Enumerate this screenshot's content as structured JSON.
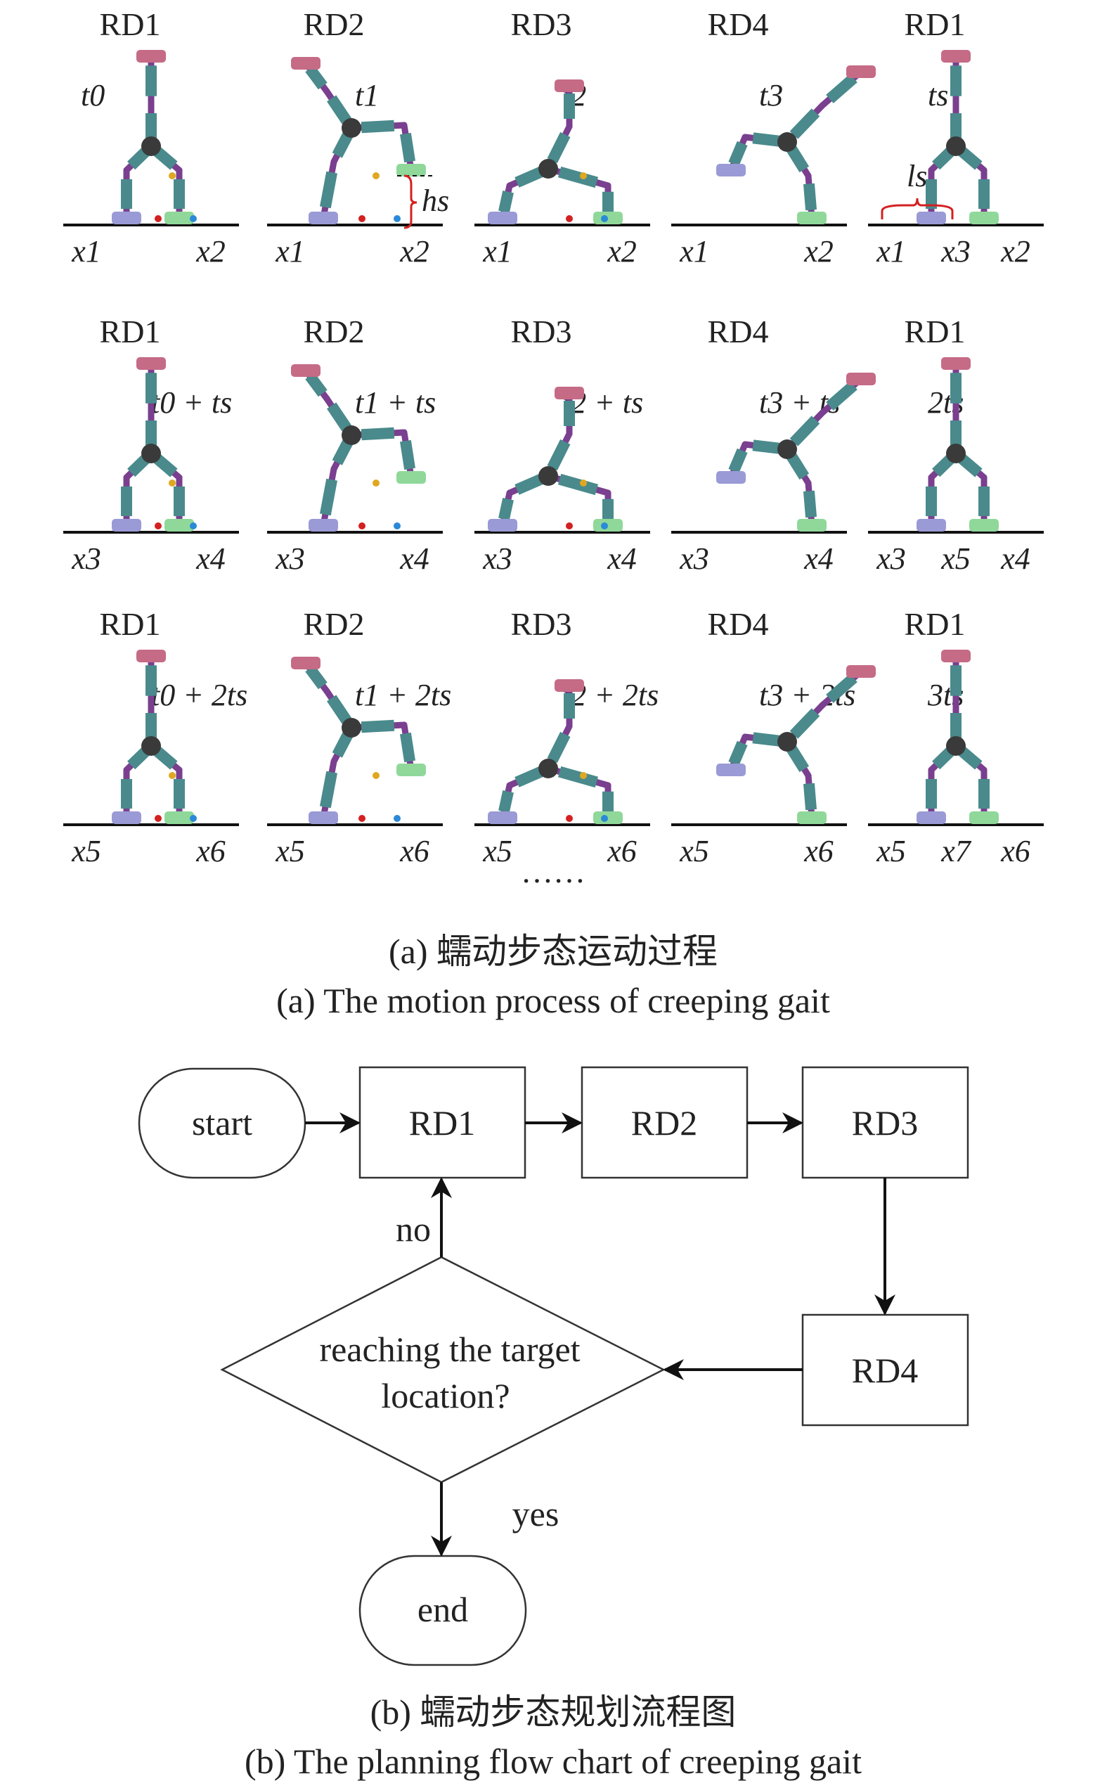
{
  "part_a": {
    "rows": [
      {
        "panels": [
          {
            "label": "RD1",
            "time": "t0",
            "positions": [
              "x1",
              "x2"
            ]
          },
          {
            "label": "RD2",
            "time": "t1",
            "positions": [
              "x1",
              "x2"
            ],
            "annotation": "hs"
          },
          {
            "label": "RD3",
            "time": "t2",
            "positions": [
              "x1",
              "x2"
            ]
          },
          {
            "label": "RD4",
            "time": "t3",
            "positions": [
              "x1",
              "x2"
            ]
          },
          {
            "label": "RD1",
            "time": "ts",
            "positions": [
              "x1",
              "x3",
              "x2"
            ],
            "annotation": "ls"
          }
        ]
      },
      {
        "panels": [
          {
            "label": "RD1",
            "time": "t0 + ts",
            "positions": [
              "x3",
              "x4"
            ]
          },
          {
            "label": "RD2",
            "time": "t1 + ts",
            "positions": [
              "x3",
              "x4"
            ]
          },
          {
            "label": "RD3",
            "time": "t2 + ts",
            "positions": [
              "x3",
              "x4"
            ]
          },
          {
            "label": "RD4",
            "time": "t3 + ts",
            "positions": [
              "x3",
              "x4"
            ]
          },
          {
            "label": "RD1",
            "time": "2ts",
            "positions": [
              "x3",
              "x5",
              "x4"
            ]
          }
        ]
      },
      {
        "panels": [
          {
            "label": "RD1",
            "time": "t0 + 2ts",
            "positions": [
              "x5",
              "x6"
            ]
          },
          {
            "label": "RD2",
            "time": "t1 + 2ts",
            "positions": [
              "x5",
              "x6"
            ]
          },
          {
            "label": "RD3",
            "time": "t2 + 2ts",
            "positions": [
              "x5",
              "x6"
            ]
          },
          {
            "label": "RD4",
            "time": "t3 + 2ts",
            "positions": [
              "x5",
              "x6"
            ]
          },
          {
            "label": "RD1",
            "time": "3ts",
            "positions": [
              "x5",
              "x7",
              "x6"
            ]
          }
        ]
      }
    ],
    "ellipsis": "……",
    "caption_cn": "(a) 蠕动步态运动过程",
    "caption_en": "(a) The motion process of creeping gait"
  },
  "part_b": {
    "start": "start",
    "steps": [
      "RD1",
      "RD2",
      "RD3",
      "RD4"
    ],
    "decision_line1": "reaching the target",
    "decision_line2": "location?",
    "no_label": "no",
    "yes_label": "yes",
    "end": "end",
    "caption_cn": "(b) 蠕动步态规划流程图",
    "caption_en": "(b) The planning flow chart of creeping gait"
  },
  "colors": {
    "link": "#4a8a8c",
    "joint": "#7a3f8f",
    "body": "#3a3a3a",
    "head": "#c56b86",
    "foot_left": "#9a9ad6",
    "foot_right": "#8fd89a",
    "dot_red": "#d42020",
    "dot_blue": "#2a8ad8",
    "dot_yellow": "#e0a820",
    "brace": "#d42020"
  }
}
